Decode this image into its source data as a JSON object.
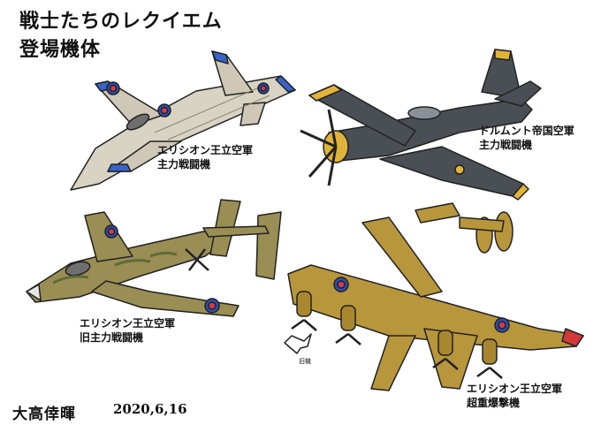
{
  "title": "戦士たちのレクイエム",
  "subtitle": "登場機体",
  "aircraft": [
    {
      "line1": "エリシオン王立空軍",
      "line2": "主力戦闘機"
    },
    {
      "line1": "ドルムント帝国空軍",
      "line2": "主力戦闘機"
    },
    {
      "line1": "エリシオン王立空軍",
      "line2": "旧主力戦闘機"
    },
    {
      "line1": "エリシオン王立空軍",
      "line2": "超重爆撃機"
    }
  ],
  "scale_note": "旧機",
  "author": "大高倖暉",
  "date": "2020,6,16",
  "colors": {
    "elysion_roundel_outer": "#2b4fb0",
    "elysion_roundel_inner": "#d23a56",
    "dortmund_body": "#4a4f55",
    "dortmund_accent": "#e0b43a",
    "jet_body": "#d8d3c3",
    "prop_camo": "#9a8e54",
    "bomber_body": "#b8963c"
  }
}
